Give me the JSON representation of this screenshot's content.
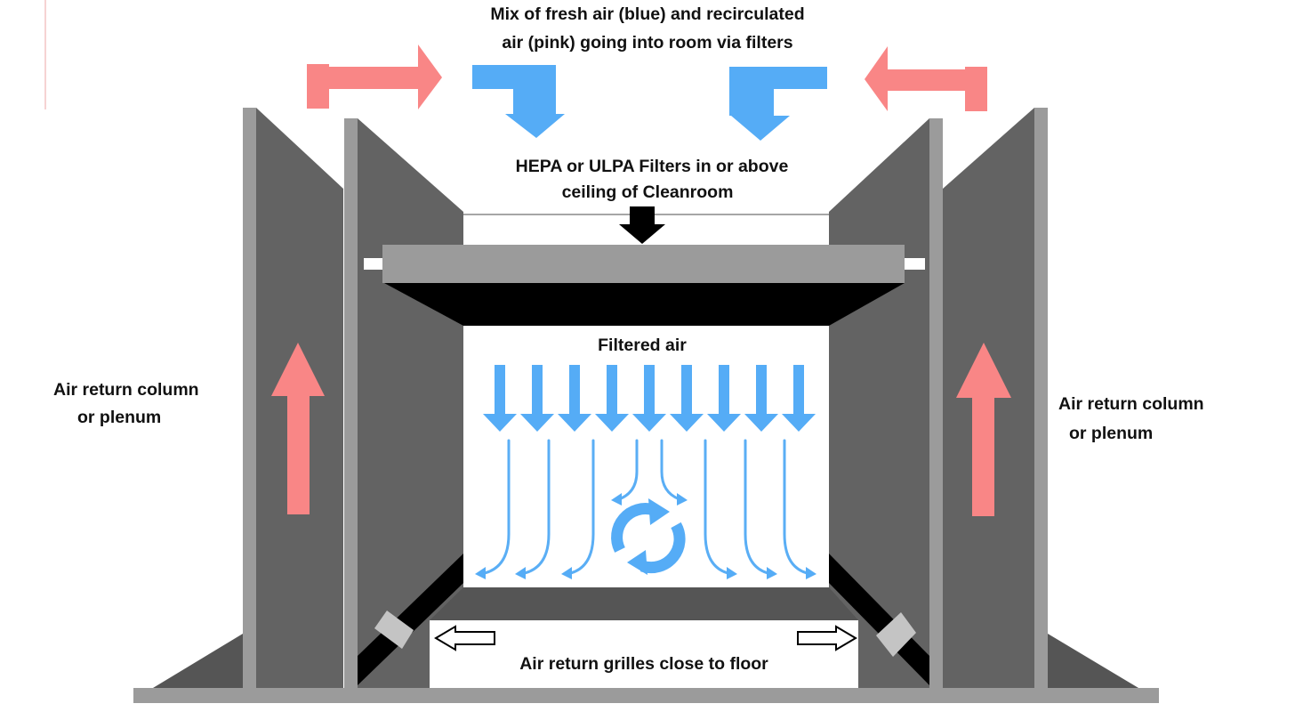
{
  "colors": {
    "recirculated_air": "#f98686",
    "fresh_air": "#55acf6",
    "panel_dark": "#636363",
    "strip_light": "#9b9b9b",
    "black": "#000000"
  },
  "labels": {
    "top_line1": "Mix of fresh air (blue) and recirculated",
    "top_line2": "air (pink) going into room via filters",
    "filter_line1": "HEPA or ULPA Filters in or above",
    "filter_line2": "ceiling of Cleanroom",
    "filtered_air": "Filtered air",
    "left_return_line1": "Air return column",
    "left_return_line2": "or plenum",
    "right_return_line1": "Air return column",
    "right_return_line2": "or plenum",
    "grilles": "Air return grilles close to floor"
  }
}
